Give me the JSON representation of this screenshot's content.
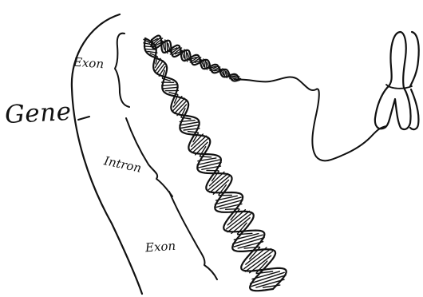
{
  "labels": {
    "gene": "Gene",
    "exon_top": "Exon",
    "intron": "Intron",
    "exon_bottom": "Exon"
  },
  "colors": {
    "ink": "#111111",
    "background": "#ffffff"
  }
}
